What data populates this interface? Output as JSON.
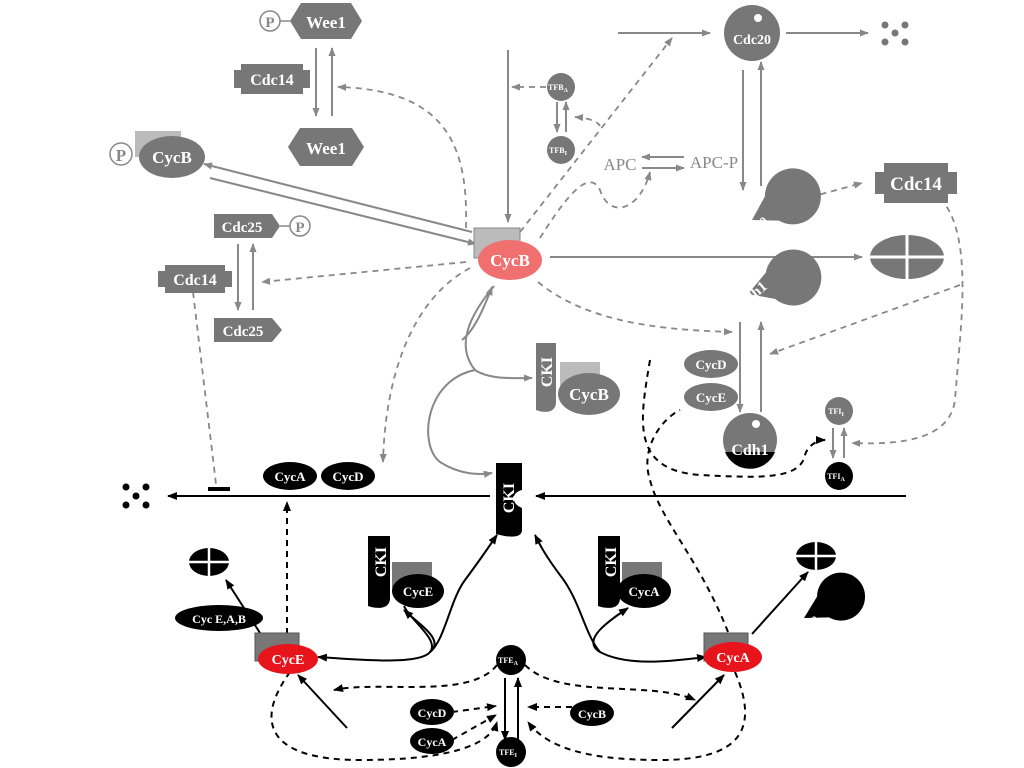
{
  "colors": {
    "grey": "#777777",
    "grey_line": "#888888",
    "light_grey": "#bbbbbb",
    "black": "#000000",
    "red_light": "#f07070",
    "red": "#e8141c",
    "white": "#ffffff"
  },
  "labels": {
    "wee1_p": "Wee1",
    "wee1": "Wee1",
    "cdc14_top": "Cdc14",
    "cycb_p": "CycB",
    "cdc25_p": "Cdc25",
    "cdc14_left": "Cdc14",
    "cdc25": "Cdc25",
    "cycb_center": "CycB",
    "tfb_a": "TFB",
    "tfb_a_sub": "A",
    "tfb_i": "TFB",
    "tfb_i_sub": "I",
    "cdc20_top": "Cdc20",
    "apc": "APC",
    "apc_p": "APC-P",
    "cdc20_active": "Cdc20",
    "cdc14_right": "Cdc14",
    "cdh1_active": "Cdh1",
    "cycd_grey": "CycD",
    "cyce_grey": "CycE",
    "cdh1": "Cdh1",
    "tfi_i": "TFI",
    "tfi_i_sub": "I",
    "tfi_a": "TFI",
    "tfi_a_sub": "A",
    "cki_cycb_cki": "CKI",
    "cki_cycb_cyc": "CycB",
    "cyca_black": "CycA",
    "cycd_black": "CycD",
    "cki_center": "CKI",
    "cki_cyce_cki": "CKI",
    "cki_cyce_cyc": "CycE",
    "cki_cyca_cki": "CKI",
    "cki_cyca_cyc": "CycA",
    "cyc_eab": "Cyc E,A,B",
    "cyce_red": "CycE",
    "cyca_red": "CycA",
    "tfe_a": "TFE",
    "tfe_a_sub": "A",
    "tfe_i": "TFE",
    "tfe_i_sub": "I",
    "cycd_bottom": "CycD",
    "cyca_bottom": "CycA",
    "cycb_bottom": "CycB",
    "cdc20_black": "Cdc20",
    "p_symbol": "P"
  }
}
